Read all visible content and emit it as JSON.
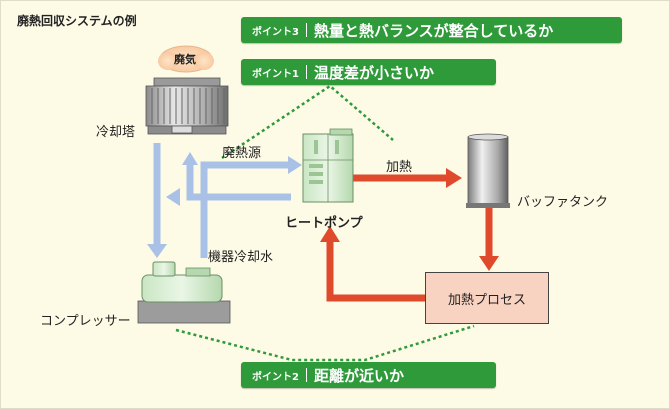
{
  "title": "廃熱回収システムの例",
  "points": [
    {
      "label": "ポイント3",
      "text": "熱量と熱バランスが整合しているか"
    },
    {
      "label": "ポイント1",
      "text": "温度差が小さいか"
    },
    {
      "label": "ポイント2",
      "text": "距離が近いか"
    }
  ],
  "labels": {
    "exhaust": "廃気",
    "cooling_tower": "冷却塔",
    "waste_heat_source": "廃熱源",
    "heating": "加熱",
    "heat_pump": "ヒートポンプ",
    "buffer_tank": "バッファタンク",
    "equipment_cooling_water": "機器冷却水",
    "compressor": "コンプレッサー",
    "heating_process": "加熱プロセス"
  },
  "colors": {
    "point_green": "#2e9a3a",
    "cool_flow": "#a9c1e6",
    "hot_flow": "#e04a2c",
    "process_fill": "#f9d3c2",
    "background": "#fdfbe6"
  }
}
